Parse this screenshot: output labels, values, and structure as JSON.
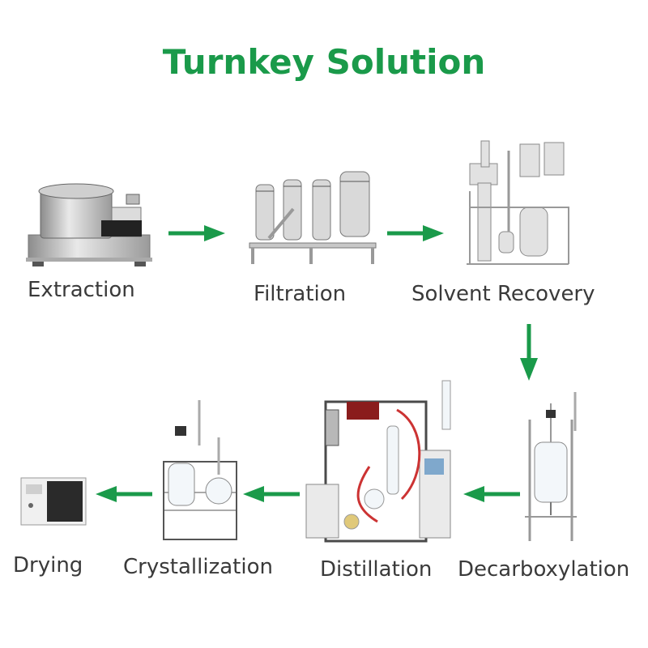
{
  "title": "Turnkey Solution",
  "accent_color": "#1a9a4a",
  "steps": [
    {
      "label": "Extraction",
      "icon": "extraction-centrifuge-icon"
    },
    {
      "label": "Filtration",
      "icon": "filter-housings-icon"
    },
    {
      "label": "Solvent Recovery",
      "icon": "solvent-recovery-unit-icon"
    },
    {
      "label": "Decarboxylation",
      "icon": "glass-reactor-icon"
    },
    {
      "label": "Distillation",
      "icon": "short-path-distillation-icon"
    },
    {
      "label": "Crystallization",
      "icon": "crystallization-reactor-icon"
    },
    {
      "label": "Drying",
      "icon": "vacuum-oven-icon"
    }
  ]
}
